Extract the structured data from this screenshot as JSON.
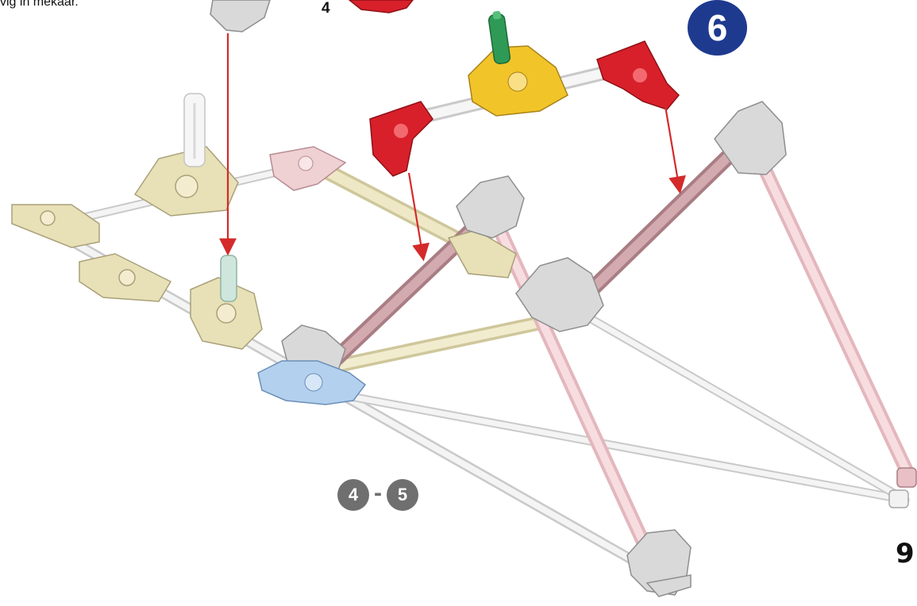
{
  "page": {
    "caption_text": "vig in mekaar.",
    "previous_step_label": "4",
    "step_number": "6",
    "step_range": {
      "from": "4",
      "separator": "-",
      "to": "5"
    },
    "page_number": "9"
  },
  "colors": {
    "step_badge": "#1e3a8f",
    "range_badge": "#6f6f6f",
    "arrow": "#d42a2a",
    "connector_red": "#d8202a",
    "connector_yellow": "#f1c42a",
    "connector_green": "#2f9a55",
    "connector_grey": "#d2d2d2",
    "connector_beige": "#e7dfb6",
    "connector_blue": "#a7c8ea",
    "connector_pink": "#e9c5c8",
    "rod_white": "#ededed",
    "rod_pink": "#f3c9cf",
    "rod_mauve": "#c79aa0"
  },
  "illustration": {
    "parts": [
      "red-connectors",
      "yellow-connector",
      "green-rod",
      "grey-connectors",
      "beige-connectors",
      "blue-connector",
      "pink-rods",
      "white-rods"
    ],
    "assembly_arrows": 3
  }
}
